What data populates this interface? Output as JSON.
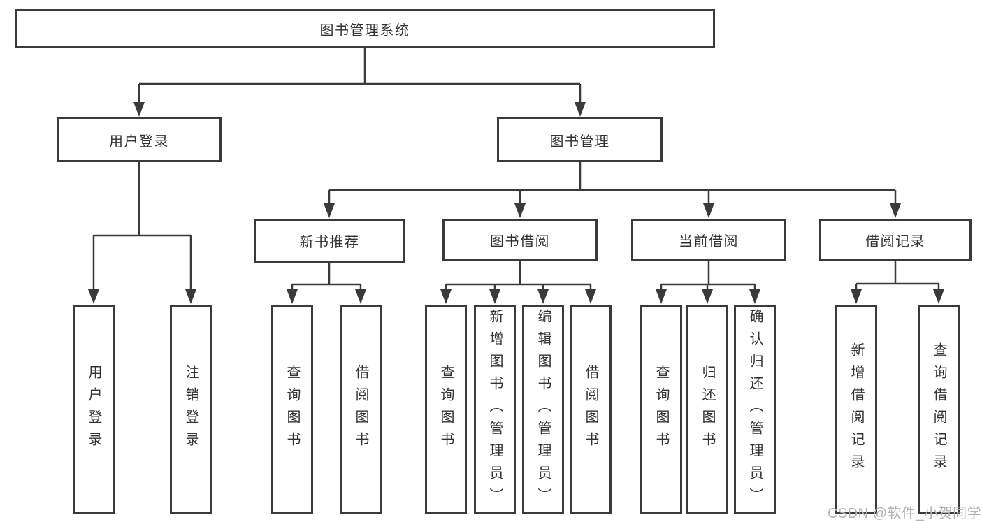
{
  "title": "图书管理系统",
  "watermark": "CSDN @软件_小贺同学",
  "colors": {
    "line": "#3a3a3a",
    "text": "#333333",
    "watermark": "#b2b2b2",
    "background": "#ffffff"
  },
  "tree": {
    "label": "图书管理系统",
    "children": [
      {
        "label": "用户登录",
        "children": [
          {
            "label": "用户登录"
          },
          {
            "label": "注销登录"
          }
        ]
      },
      {
        "label": "图书管理",
        "children": [
          {
            "label": "新书推荐",
            "children": [
              {
                "label": "查询图书"
              },
              {
                "label": "借阅图书"
              }
            ]
          },
          {
            "label": "图书借阅",
            "children": [
              {
                "label": "查询图书"
              },
              {
                "label": "新增图书（管理员）"
              },
              {
                "label": "编辑图书（管理员）"
              },
              {
                "label": "借阅图书"
              }
            ]
          },
          {
            "label": "当前借阅",
            "children": [
              {
                "label": "查询图书"
              },
              {
                "label": "归还图书"
              },
              {
                "label": "确认归还（管理员）"
              }
            ]
          },
          {
            "label": "借阅记录",
            "children": [
              {
                "label": "新增借阅记录"
              },
              {
                "label": "查询借阅记录"
              }
            ]
          }
        ]
      }
    ]
  }
}
